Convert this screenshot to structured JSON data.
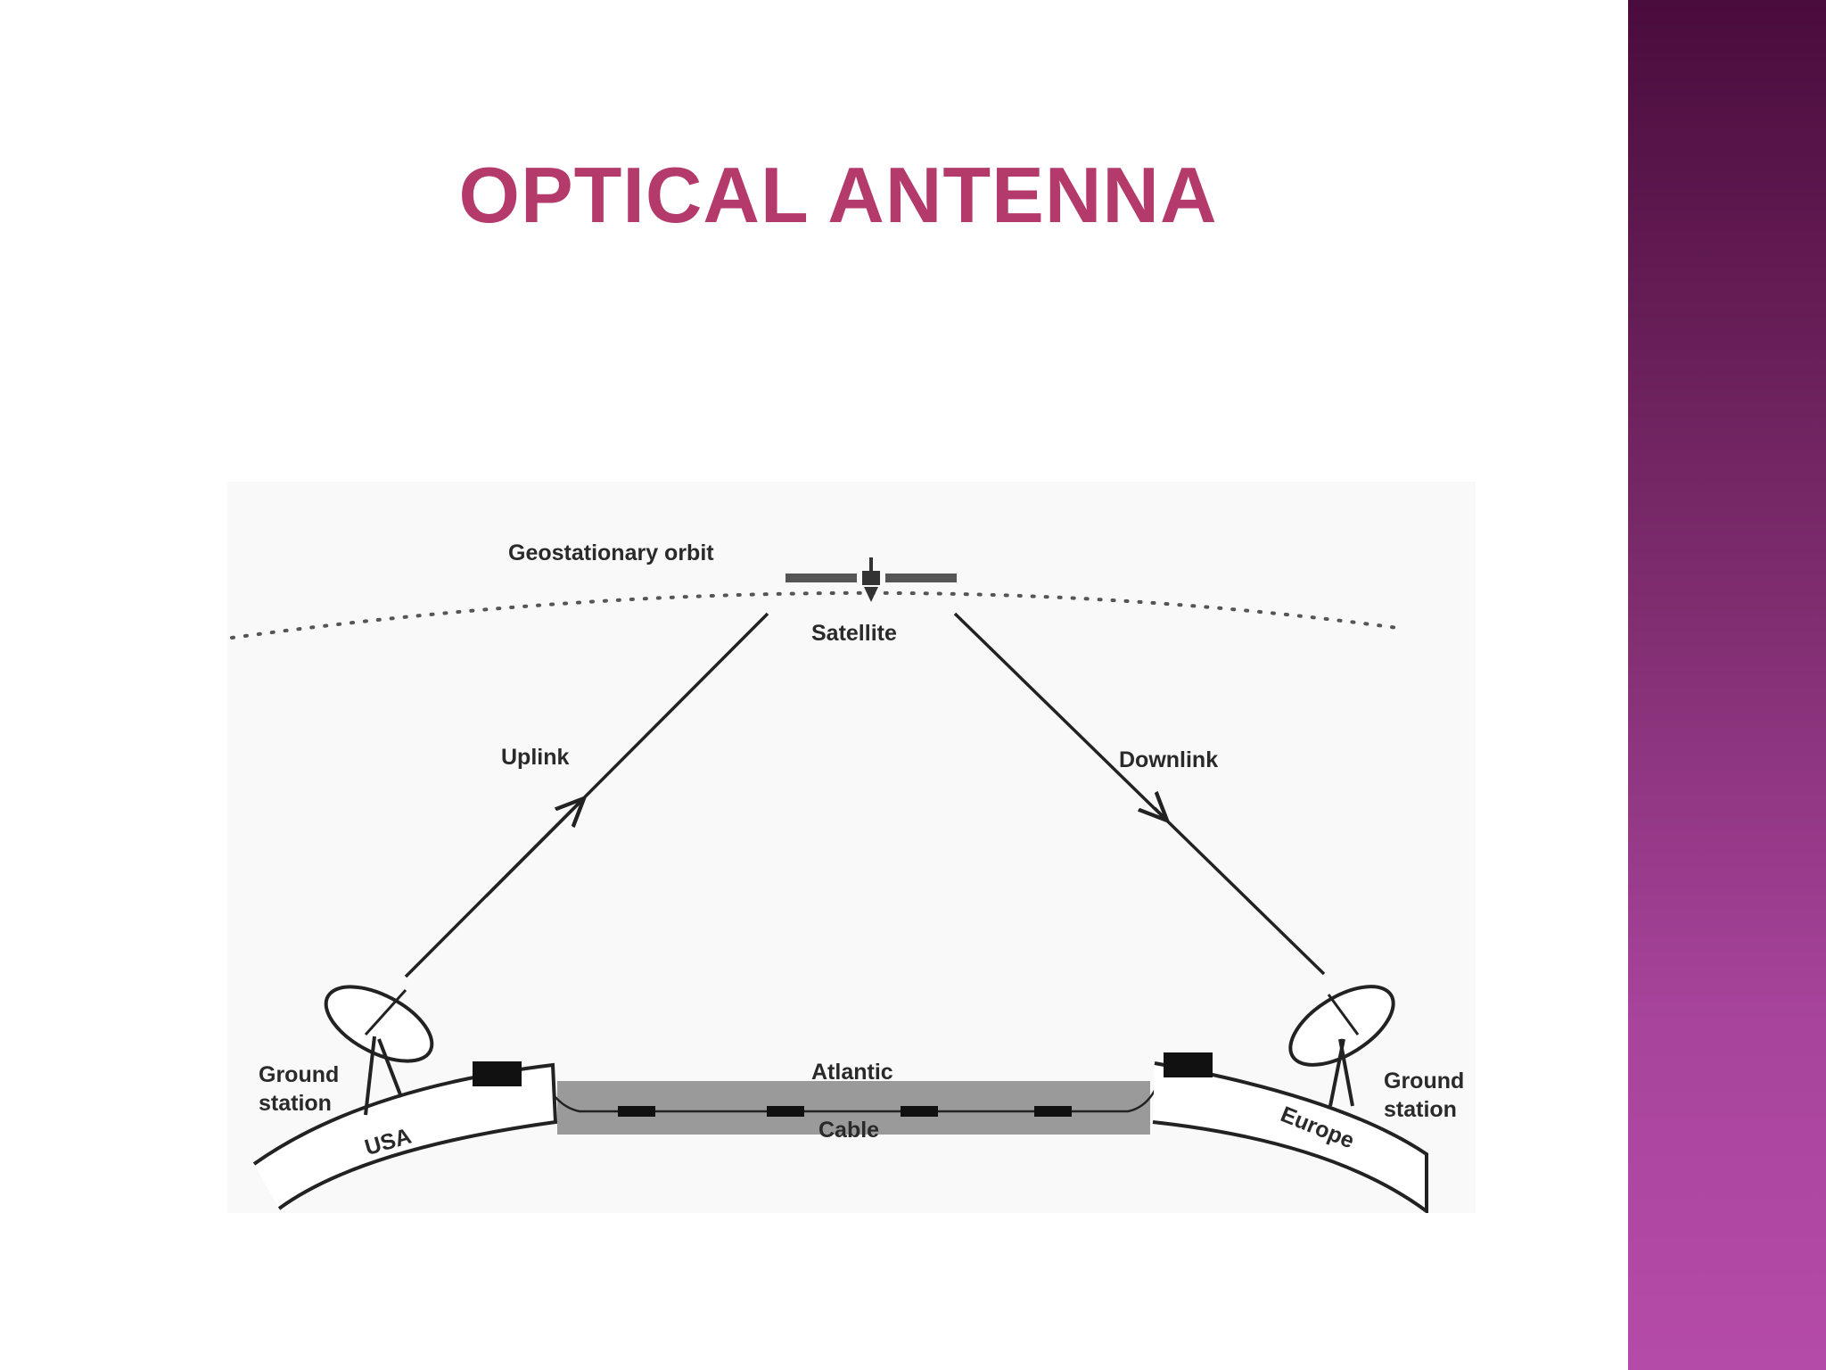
{
  "slide": {
    "title": "OPTICAL ANTENNA"
  },
  "colors": {
    "title": "#b53a6c",
    "sidebar_top": "#4a0c3c",
    "sidebar_bottom": "#b54ba8",
    "cable_band": "#9a9a9a"
  },
  "diagram": {
    "labels": {
      "orbit": "Geostationary orbit",
      "satellite": "Satellite",
      "uplink": "Uplink",
      "downlink": "Downlink",
      "ground_left_1": "Ground",
      "ground_left_2": "station",
      "ground_right_1": "Ground",
      "ground_right_2": "station",
      "usa": "USA",
      "europe": "Europe",
      "atlantic": "Atlantic",
      "cable": "Cable"
    },
    "icons": [
      "satellite-icon",
      "dish-antenna-icon",
      "terminal-box-icon",
      "cable-repeater-icon"
    ]
  }
}
